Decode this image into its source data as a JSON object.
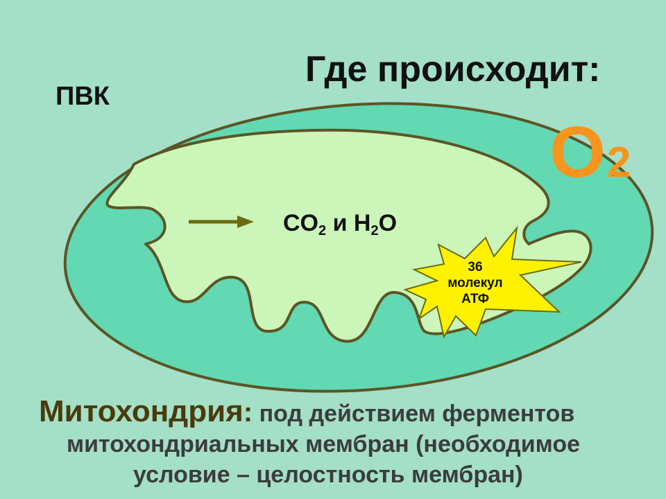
{
  "title": "Где происходит:",
  "substrate_label": "ПВК",
  "oxygen": {
    "symbol": "O",
    "subscript": "2",
    "color": "#f7941d"
  },
  "products": {
    "co2_prefix": "CO",
    "co2_sub": "2",
    "connector": " и H",
    "h2o_sub": "2",
    "h2o_suffix": "O"
  },
  "atp_burst": {
    "count": "36",
    "line2": "молекул",
    "line3": "АТФ",
    "color": "#fff200"
  },
  "description": {
    "lead": "Митохондрия",
    "colon": ":",
    "line1_rest": " под действием ферментов",
    "line2": "митохондриальных мембран (необходимое",
    "line3": "условие – целостность мембран)"
  },
  "colors": {
    "background": "#a4dfc8",
    "outer_membrane": "#62d8b3",
    "matrix": "#ccf5b9",
    "membrane_stroke": "#5b5524",
    "arrow": "#6b6b10"
  }
}
